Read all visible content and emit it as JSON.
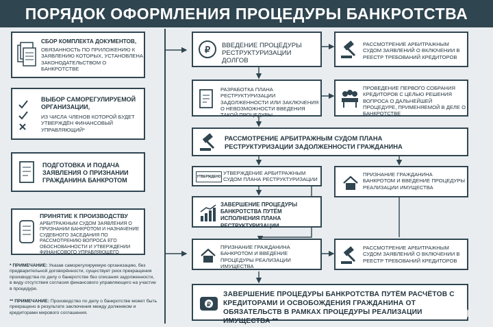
{
  "title": "ПОРЯДОК ОФОРМЛЕНИЯ ПРОЦЕДУРЫ БАНКРОТСТВА",
  "left": {
    "s1": {
      "head": "СБОР КОМПЛЕКТА ДОКУМЕНТОВ,",
      "body": "ОБЯЗАННОСТЬ ПО ПРИЛОЖЕНИЮ К ЗАЯВЛЕНИЮ КОТОРЫХ, УСТАНОВЛЕНА ЗАКОНОДАТЕЛЬСТВОМ О БАНКРОТСТВЕ"
    },
    "s2": {
      "head": "ВЫБОР САМОРЕГУЛИРУЕМОЙ ОРГАНИЗАЦИИ,",
      "body": "ИЗ ЧИСЛА ЧЛЕНОВ КОТОРОЙ БУДЕТ УТВЕРЖДЁН ФИНАНСОВЫЙ УПРАВЛЯЮЩИЙ*"
    },
    "s3": {
      "head": "ПОДГОТОВКА И ПОДАЧА ЗАЯВЛЕНИЯ О ПРИЗНАНИИ ГРАЖДАНИНА БАНКРОТОМ"
    },
    "s4": {
      "head": "ПРИНЯТИЕ К ПРОИЗВОДСТВУ",
      "body": "АРБИТРАЖНЫМ СУДОМ ЗАЯВЛЕНИЯ О ПРИЗНАНИИ БАНКРОТОМ И НАЗНАЧЕНИЕ СУДЕБНОГО ЗАСЕДАНИЯ ПО РАССМОТРЕНИЮ ВОПРОСА ЕГО ОБОСНОВАННОСТИ И УТВЕРЖДЕНИИ ФИНАНСОВОГО УПРАВЛЯЮЩЕГО"
    }
  },
  "notes": {
    "n1_mark": "*",
    "n1_label": "ПРИМЕЧАНИЕ:",
    "n1_text": "Указав саморегулируемую организацию, без предварительной договорённости, существует риск прекращения производства по делу о банкротстве без списания задолженности, в виду отсутствия согласия финансового управляющего на участие в процедуре.",
    "n2_mark": "**",
    "n2_label": "ПРИМЕЧАНИЕ:",
    "n2_text": "Производство по делу о банкротстве может быть прекращено в результате заключения между должником и кредиторами мирового соглашения."
  },
  "right": {
    "r1": "ВВЕДЕНИЕ ПРОЦЕДУРЫ РЕСТРУКТУРИЗАЦИИ ДОЛГОВ",
    "r1b": "РАССМОТРЕНИЕ АРБИТРАЖНЫМ СУДОМ ЗАЯВЛЕНИЙ О ВКЛЮЧЕНИИ В РЕЕСТР ТРЕБОВАНИЙ КРЕДИТОРОВ",
    "r2": "РАЗРАБОТКА ПЛАНА РЕСТРУКТУРИЗАЦИИ ЗАДОЛЖЕННОСТИ ИЛИ ЗАКЛЮЧЕНИЯ О НЕВОЗМОЖНОСТИ ВВЕДЕНИЯ ТАКОЙ ПРОЦЕДУРЫ",
    "r2b": "ПРОВЕДЕНИЕ ПЕРВОГО СОБРАНИЯ КРЕДИТОРОВ С ЦЕЛЬЮ РЕШЕНИЯ ВОПРОСА О ДАЛЬНЕЙШЕЙ ПРОЦЕДУРЕ, ПРИМЕНЯЕМОЙ В ДЕЛЕ О БАНКРОТСТВЕ",
    "r3": "РАССМОТРЕНИЕ АРБИТРАЖНЫМ СУДОМ ПЛАНА РЕСТРУКТУРИЗАЦИИ ЗАДОЛЖЕННОСТИ ГРАЖДАНИНА",
    "r4": "УТВЕРЖДЕНИЕ АРБИТРАЖНЫМ СУДОМ ПЛАНА РЕСТРУКТУРИЗАЦИИ",
    "r4_stamp": "УТВЕРЖДЕНО",
    "r4b": "ПРИЗНАНИЕ ГРАЖДАНИНА БАНКРОТОМ И ВВЕДЕНИЕ ПРОЦЕДУРЫ РЕАЛИЗАЦИИ ИМУЩЕСТВА",
    "r5": "ЗАВЕРШЕНИЕ ПРОЦЕДУРЫ БАНКРОТСТВА ПУТЁМ ИСПОЛНЕНИЯ ПЛАНА РЕСТРУКТУРИЗАЦИИ",
    "r6": "ПРИЗНАНИЕ ГРАЖДАНИНА БАНКРОТОМ И ВВЕДЕНИЕ ПРОЦЕДУРЫ РЕАЛИЗАЦИИ ИМУЩЕСТВА",
    "r6b": "РАССМОТРЕНИЕ АРБИТРАЖНЫМ СУДОМ ЗАЯВЛЕНИЙ О ВКЛЮЧЕНИИ В РЕЕСТР ТРЕБОВАНИЙ КРЕДИТОРОВ",
    "r7": "ЗАВЕРШЕНИЕ ПРОЦЕДУРЫ БАНКРОТСТВА ПУТЁМ РАСЧЁТОВ С КРЕДИТОРАМИ И ОСВОБОЖДЕНИЯ ГРАЖДАНИНА ОТ ОБЯЗАТЕЛЬСТВ В РАМКАХ ПРОЦЕДУРЫ РЕАЛИЗАЦИИ ИМУЩЕСТВА **"
  },
  "watermark": "Avito",
  "colors": {
    "dark": "#2f4550",
    "background": "#e9edef",
    "box": "#ffffff"
  }
}
